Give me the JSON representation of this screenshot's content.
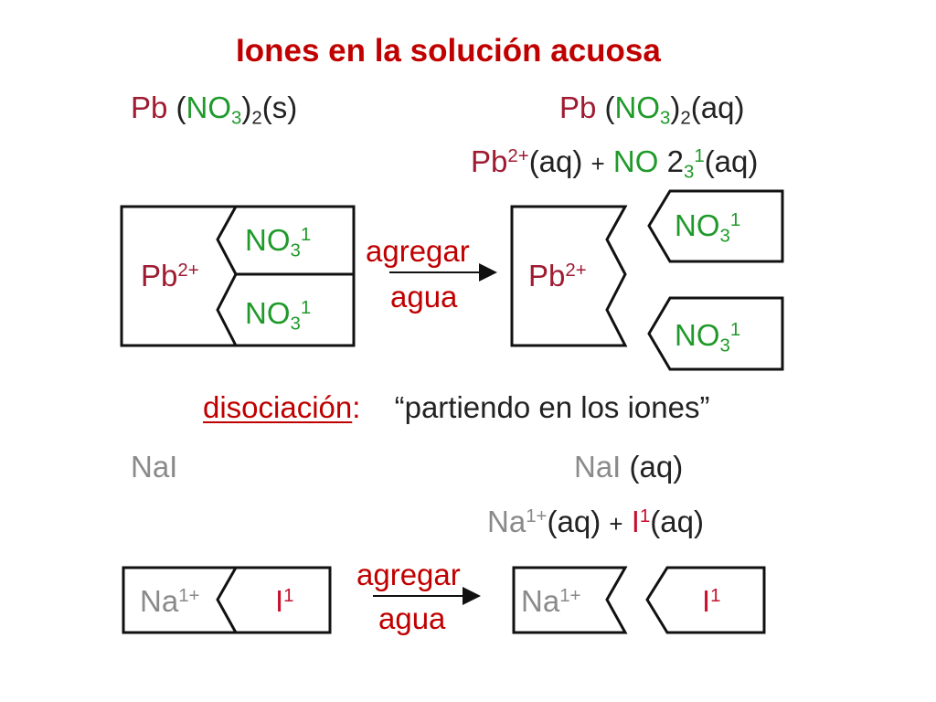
{
  "title": "Iones en la solución acuosa",
  "colors": {
    "title": "#c00000",
    "nitrate": "#1f9a2a",
    "lead": "#9e1b32",
    "sodium": "#8a8a8a",
    "iodide": "#c8102e",
    "text": "#222222"
  },
  "section1": {
    "solid": {
      "metal": "Pb",
      "open": " (",
      "anion": "NO",
      "anion_sub": "3",
      "close": ")",
      "count": "2",
      "state": "(s)"
    },
    "aqueous": {
      "metal": "Pb",
      "open": " (",
      "anion": "NO",
      "anion_sub": "3",
      "close": ")",
      "count": "2",
      "state": "(aq)"
    },
    "ions": {
      "cation": "Pb",
      "cation_charge": "2+",
      "cation_state": "(aq)",
      "plus": "+",
      "anion": "NO",
      "coef": " 2",
      "anion_sub": "3",
      "anion_charge": "1",
      "anion_state": "(aq)"
    },
    "diagram_left": {
      "cation": "Pb",
      "cation_charge": "2+",
      "anion": "NO",
      "anion_sub": "3",
      "anion_charge": "1"
    },
    "diagram_right": {
      "cation": "Pb",
      "cation_charge": "2+",
      "anion": "NO",
      "anion_sub": "3",
      "anion_charge": "1"
    },
    "arrow": {
      "line1": "agregar",
      "line2": "agua"
    }
  },
  "dissociation": {
    "label": "disociación",
    "colon": ":",
    "meaning": "“partiendo en los iones”"
  },
  "section2": {
    "solid": {
      "formula": "NaI"
    },
    "aqueous": {
      "formula": "NaI",
      "state": " (aq)"
    },
    "ions": {
      "cation": "Na",
      "cation_charge": "1+",
      "cation_state": "(aq)",
      "plus": "+",
      "anion": "I",
      "anion_charge": "1",
      "anion_state": "(aq)"
    },
    "diagram_left": {
      "cation": "Na",
      "cation_charge": "1+",
      "anion": "I",
      "anion_charge": "1"
    },
    "diagram_right": {
      "cation": "Na",
      "cation_charge": "1+",
      "anion": "I",
      "anion_charge": "1"
    },
    "arrow": {
      "line1": "agregar",
      "line2": "agua"
    }
  }
}
